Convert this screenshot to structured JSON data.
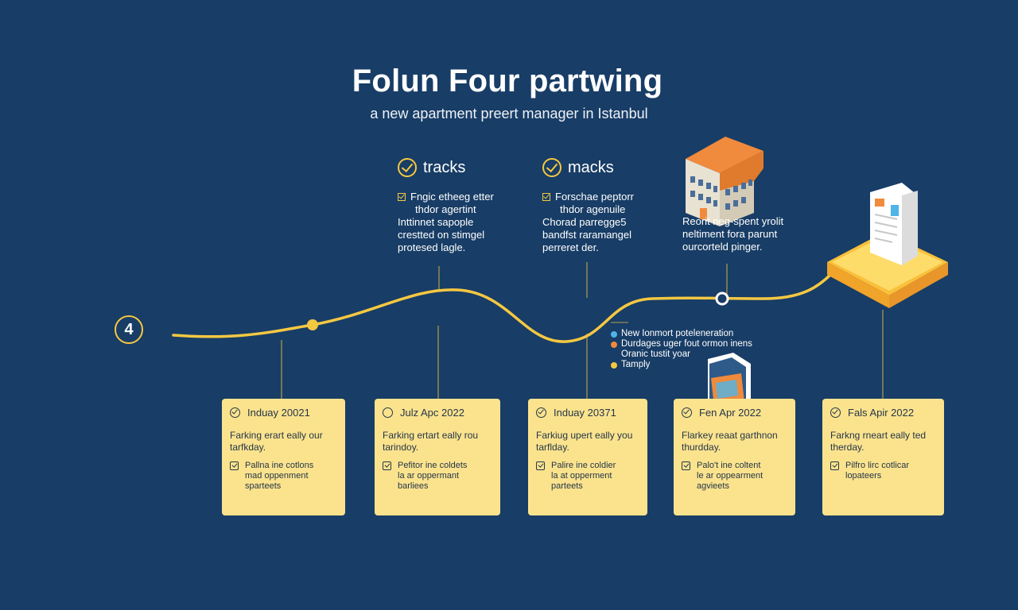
{
  "title": "Folun Four partwing",
  "subtitle": "a new apartment preert manager in Istanbul",
  "step_number": "4",
  "columns": [
    {
      "heading": "tracks",
      "check_label": "Fngic etheeg etter",
      "lines": [
        "thdor agertint",
        "Inttinnet sapople",
        "crestted on stimgel",
        "protesed lagle."
      ]
    },
    {
      "heading": "macks",
      "check_label": "Forschae peptorr",
      "lines": [
        "thdor agenuile",
        "Chorad parregge5",
        "bandfst raramangel",
        "perreret der."
      ]
    },
    {
      "heading": "",
      "check_label": "",
      "lines": [
        "Reorit neg-spent yrolit",
        "neltiment fora parunt",
        "ourcorteld pinger."
      ]
    }
  ],
  "legend": [
    {
      "label": "New Ionmort poteleneration",
      "color": "#4fb4e8"
    },
    {
      "label": "Durdages uger fout ormon inens",
      "color": "#f08a3c"
    },
    {
      "label": "Oranic tustit yoar",
      "color": ""
    },
    {
      "label": "Tamply",
      "color": "#f5c842"
    }
  ],
  "cards": [
    {
      "date": "Induay 20021",
      "desc": [
        "Farking erart eally our",
        "tarfkday."
      ],
      "sub": [
        "Pallna ine cotlons",
        "mad oppenment",
        "sparteets"
      ],
      "icon": "check-circle-icon"
    },
    {
      "date": "Julz Apc 2022",
      "desc": [
        "Farking ertart eally rou",
        "tarindoy."
      ],
      "sub": [
        "Pefitor ine coldets",
        "la ar oppermant",
        "barliees"
      ],
      "icon": "empty-circle-icon"
    },
    {
      "date": "Induay 20371",
      "desc": [
        "Farkiug upert eally you",
        "tarflday."
      ],
      "sub": [
        "Palire ine coldier",
        "la at opperment",
        "parteets"
      ],
      "icon": "check-circle-icon"
    },
    {
      "date": "Fen Apr 2022",
      "desc": [
        "Flarkey reaat garthnon",
        "thurdday."
      ],
      "sub": [
        "Palo't ine coltent",
        "le ar oppearment",
        "agvieets"
      ],
      "icon": "check-circle-icon"
    },
    {
      "date": "Fals Apir 2022",
      "desc": [
        "Farkng rneart eally ted",
        "therday."
      ],
      "sub": [
        "Pilfro lirc cotlicar",
        "lopateers"
      ],
      "icon": "check-circle-icon"
    }
  ],
  "colors": {
    "background": "#183d66",
    "accent": "#f5c842",
    "card": "#fbe38e",
    "orange": "#f08a3c"
  }
}
